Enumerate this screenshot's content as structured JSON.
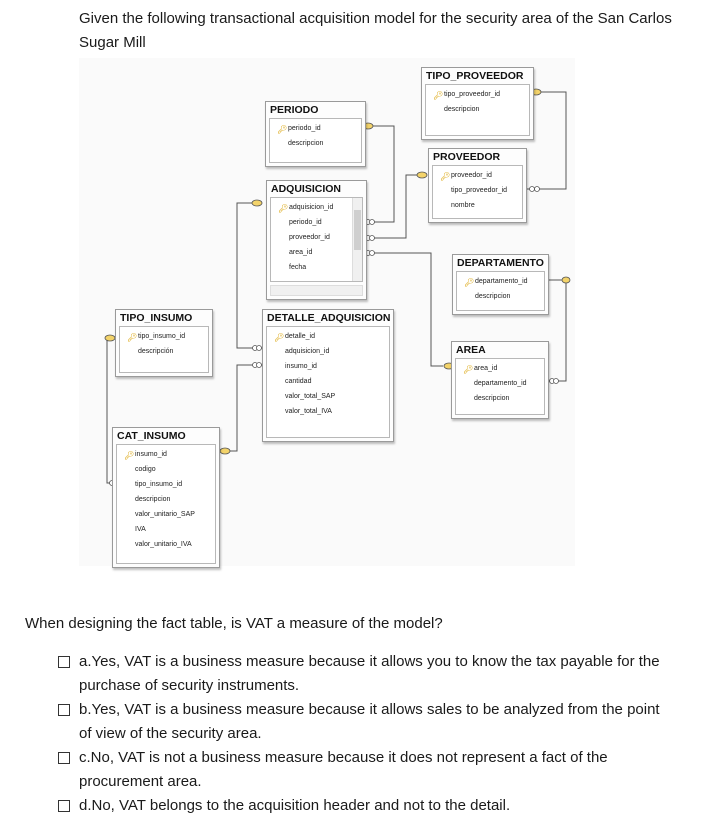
{
  "intro": "Given the following transactional acquisition model for the security area of the San Carlos Sugar Mill",
  "entities": {
    "tipo_proveedor": {
      "title": "TIPO_PROVEEDOR",
      "fields": [
        "tipo_proveedor_id",
        "descripcion"
      ]
    },
    "periodo": {
      "title": "PERIODO",
      "fields": [
        "periodo_id",
        "descripcion"
      ]
    },
    "proveedor": {
      "title": "PROVEEDOR",
      "fields": [
        "proveedor_id",
        "tipo_proveedor_id",
        "nombre"
      ]
    },
    "adquisicion": {
      "title": "ADQUISICION",
      "fields": [
        "adquisicion_id",
        "periodo_id",
        "proveedor_id",
        "area_id",
        "fecha"
      ]
    },
    "departamento": {
      "title": "DEPARTAMENTO",
      "fields": [
        "departamento_id",
        "descripcion"
      ]
    },
    "tipo_insumo": {
      "title": "TIPO_INSUMO",
      "fields": [
        "tipo_insumo_id",
        "descripción"
      ]
    },
    "detalle_adquisicion": {
      "title": "DETALLE_ADQUISICION",
      "fields": [
        "detalle_id",
        "adquisicion_id",
        "insumo_id",
        "cantidad",
        "valor_total_SAP",
        "valor_total_IVA"
      ]
    },
    "area": {
      "title": "AREA",
      "fields": [
        "area_id",
        "departamento_id",
        "descripcion"
      ]
    },
    "cat_insumo": {
      "title": "CAT_INSUMO",
      "fields": [
        "insumo_id",
        "codigo",
        "tipo_insumo_id",
        "descripcion",
        "valor_unitario_SAP",
        "IVA",
        "valor_unitario_IVA"
      ]
    }
  },
  "question": "When designing the fact table, is VAT a measure of the model?",
  "options": [
    {
      "label": "a.Yes, VAT is a business measure because it allows you to know the tax payable for the purchase of security instruments.",
      "checked": false
    },
    {
      "label": "b.Yes, VAT is a business measure because it allows sales to be analyzed from the point of view of the security area.",
      "checked": false
    },
    {
      "label": "c.No, VAT is not a business measure because it does not represent a fact of the procurement area.",
      "checked": false
    },
    {
      "label": "d.No, VAT belongs to the acquisition header and not to the detail.",
      "checked": false
    }
  ],
  "colors": {
    "key": "#d9a100",
    "line": "#555555",
    "border": "#9a9a9a"
  }
}
